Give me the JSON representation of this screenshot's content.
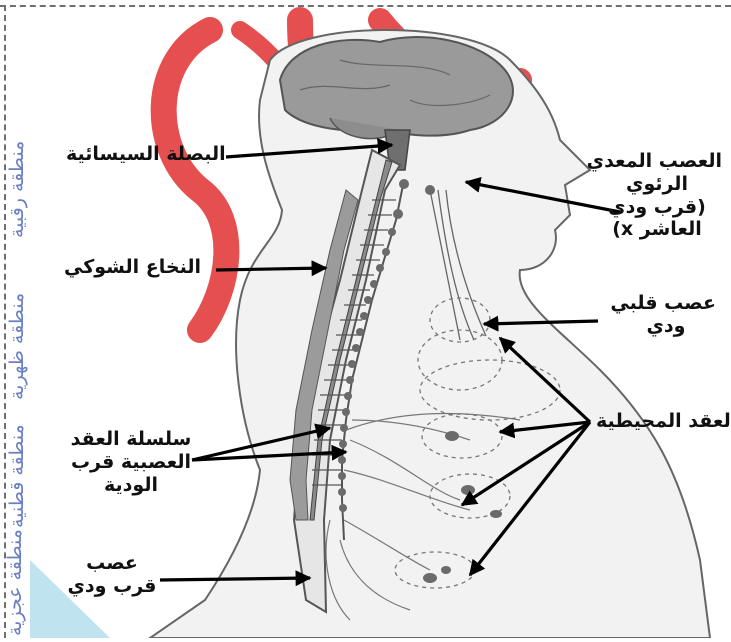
{
  "labels": {
    "medulla": "البصلة السيسائية",
    "spinal_cord": "النخاع الشوكي",
    "chain": [
      "سلسلة العقد",
      "العصبية قرب",
      "الودية"
    ],
    "sympathetic_nerve": [
      "عصب",
      "قرب ودي"
    ],
    "vagus": [
      "العصب المعدي",
      "الرئوي",
      "(قرب ودي",
      "العاشر x)"
    ],
    "cardiac": [
      "عصب قلبي",
      "ودي"
    ],
    "peripheral_ganglia": "العقد المحيطية"
  },
  "side_regions": [
    "منطقة رقبية",
    "منطقة ظهرية",
    "منطقة قطنية",
    "منطقة عجزية"
  ],
  "colors": {
    "watermark": "#e23c3c",
    "corner": "#bfe3ef",
    "side_text": "#6a7fc4"
  }
}
